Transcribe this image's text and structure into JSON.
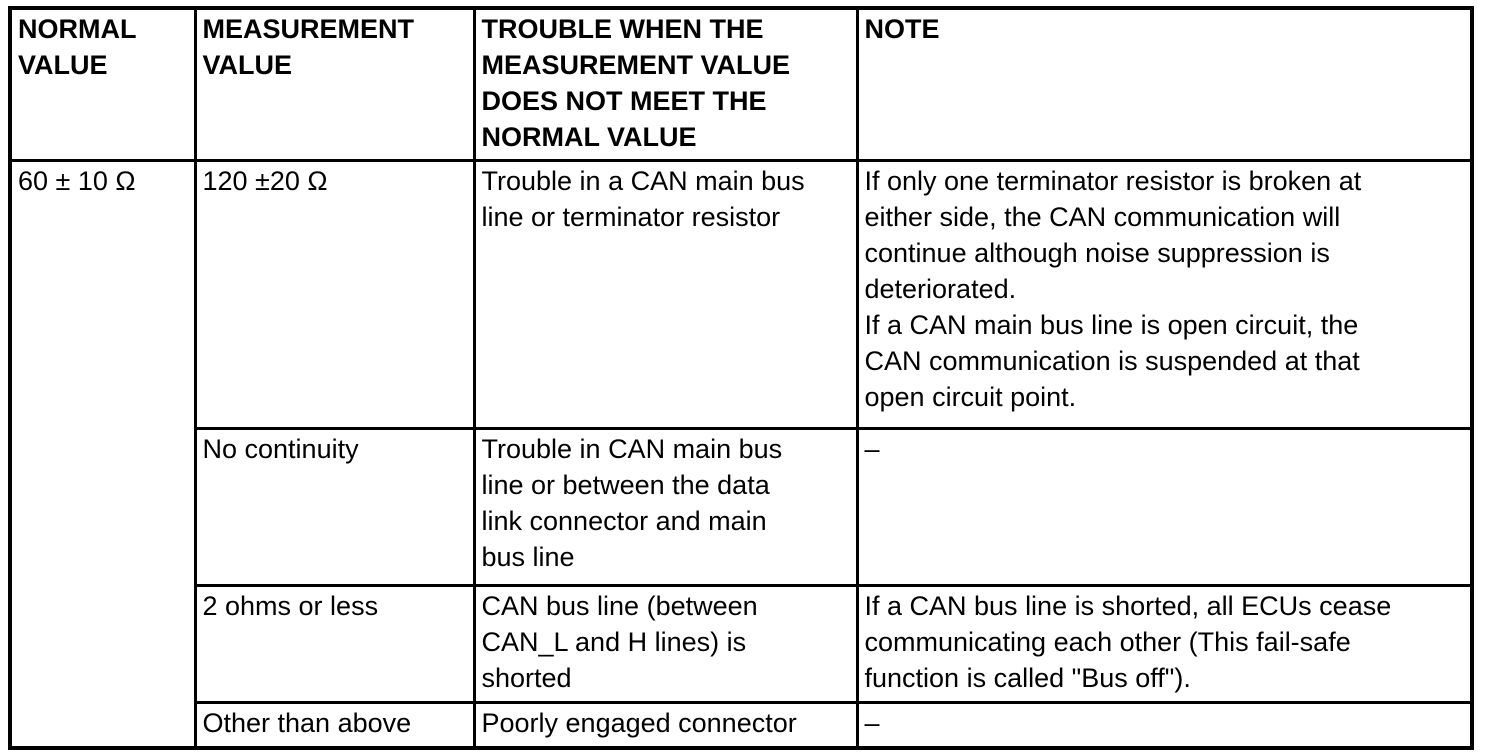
{
  "table": {
    "title_semantic": "CAN bus resistance diagnostic table",
    "headers": {
      "normal_value": "NORMAL VALUE",
      "measurement_value": "MEASUREMENT VALUE",
      "trouble": "TROUBLE WHEN THE MEASUREMENT VALUE DOES NOT MEET THE NORMAL VALUE",
      "note": "NOTE"
    },
    "normal_value": "60 ± 10 Ω",
    "rows": [
      {
        "measurement_value": "120 ±20 Ω",
        "trouble": "Trouble in a CAN main bus\nline or terminator resistor",
        "note": "If only one terminator resistor is broken at\neither side, the CAN communication will\ncontinue although noise suppression is\ndeteriorated.\nIf a CAN main bus line is open circuit, the\nCAN communication is suspended at that\nopen circuit point."
      },
      {
        "measurement_value": "No continuity",
        "trouble": "Trouble in CAN main bus\nline or between the data\nlink connector and main\nbus line",
        "note": "–"
      },
      {
        "measurement_value": "2 ohms or less",
        "trouble": "CAN bus line (between\nCAN_L and H lines) is\nshorted",
        "note": "If a CAN bus line is shorted, all ECUs cease\ncommunicating each other (This fail-safe\nfunction is called \"Bus off\")."
      },
      {
        "measurement_value": "Other than above",
        "trouble": "Poorly engaged connector",
        "note": "–"
      }
    ]
  }
}
